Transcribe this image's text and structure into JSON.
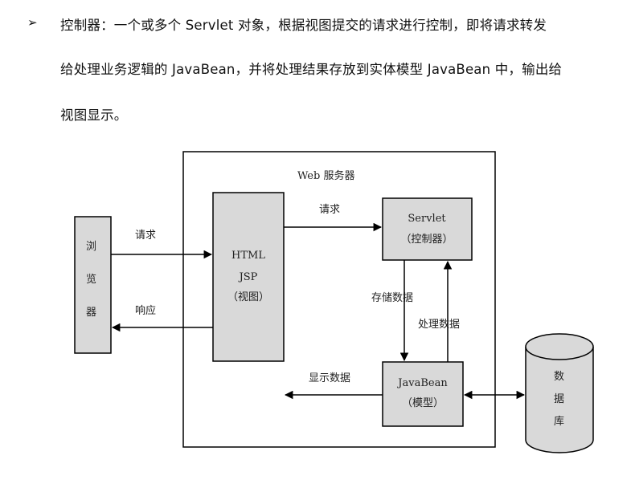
{
  "bullet_symbol": "➢",
  "paragraph": {
    "line1": "控制器：一个或多个 Servlet 对象，根据视图提交的请求进行控制，即将请求转发",
    "line2": "给处理业务逻辑的 JavaBean，并将处理结果存放到实体模型 JavaBean 中，输出给",
    "line3": "视图显示。"
  },
  "diagram": {
    "web_server_label": "Web 服务器",
    "browser": [
      "浏",
      "览",
      "器"
    ],
    "view": {
      "line1": "HTML",
      "line2": "JSP",
      "line3": "（视图）"
    },
    "controller": {
      "line1": "Servlet",
      "line2": "（控制器）"
    },
    "model": {
      "line1": "JavaBean",
      "line2": "（模型）"
    },
    "database": [
      "数",
      "据",
      "库"
    ],
    "arrows": {
      "browser_request": "请求",
      "browser_response": "响应",
      "view_request": "请求",
      "store_data": "存储数据",
      "process_data": "处理数据",
      "display_data": "显示数据"
    }
  }
}
